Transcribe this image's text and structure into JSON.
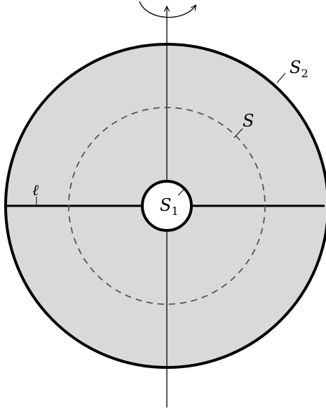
{
  "labels": {
    "outer_sphere": {
      "main": "S",
      "sub": "2"
    },
    "middle_sphere": {
      "main": "S"
    },
    "inner_sphere": {
      "main": "S",
      "sub": "1"
    },
    "segment": {
      "main": "ℓ"
    }
  },
  "colors": {
    "annulus_fill": "#d9d9d9",
    "stroke": "#000000",
    "dashed_stroke": "#555555",
    "inner_fill": "#ffffff"
  },
  "icons": {
    "rotation": "rotation-arrow-icon"
  }
}
